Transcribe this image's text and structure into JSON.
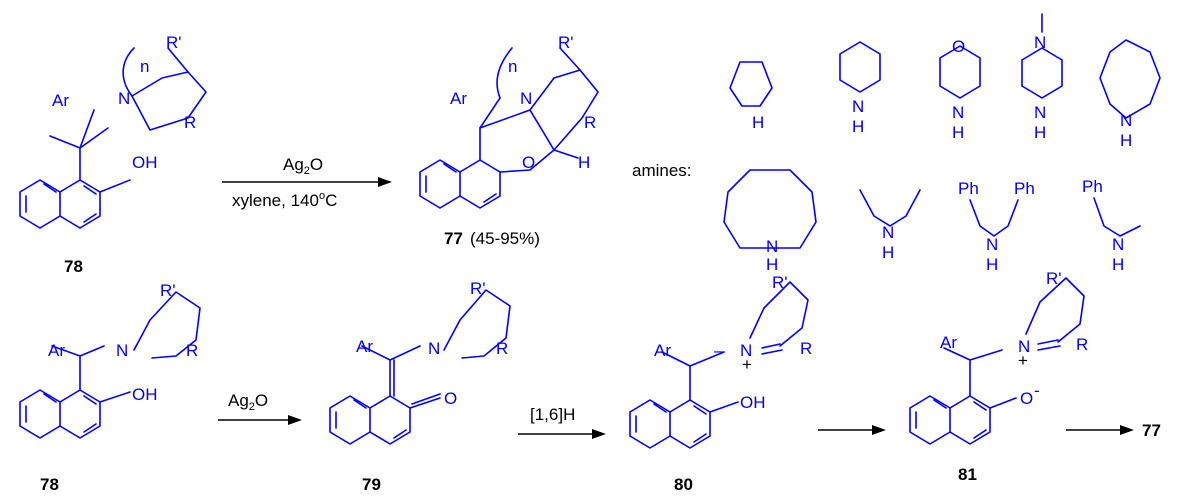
{
  "colors": {
    "structure": "#0000ff",
    "reagent": "#000000",
    "background": "#ffffff"
  },
  "reaction1": {
    "reagent": "Ag",
    "reagent_sub": "2",
    "reagent_tail": "O",
    "conditions": "xylene, 140",
    "conditions_sup": "o",
    "conditions_tail": "C",
    "start_label": "78",
    "product_label": "77",
    "product_yield": "(45-95%)"
  },
  "amines_label": "amines:",
  "atoms": {
    "ar": "Ar",
    "n": "N",
    "o": "O",
    "oh": "OH",
    "h": "H",
    "nh": "NH",
    "r": "R",
    "r_prime": "R'",
    "n_index": "n",
    "ph": "Ph",
    "plus": "+",
    "minus": "–",
    "o_minus_sup": "-"
  },
  "mechanism": {
    "step1_reagent": "Ag",
    "step1_reagent_sub": "2",
    "step1_reagent_tail": "O",
    "step2_label": "[1,6]H",
    "labels": [
      "78",
      "79",
      "80",
      "81"
    ],
    "final_product": "77"
  }
}
